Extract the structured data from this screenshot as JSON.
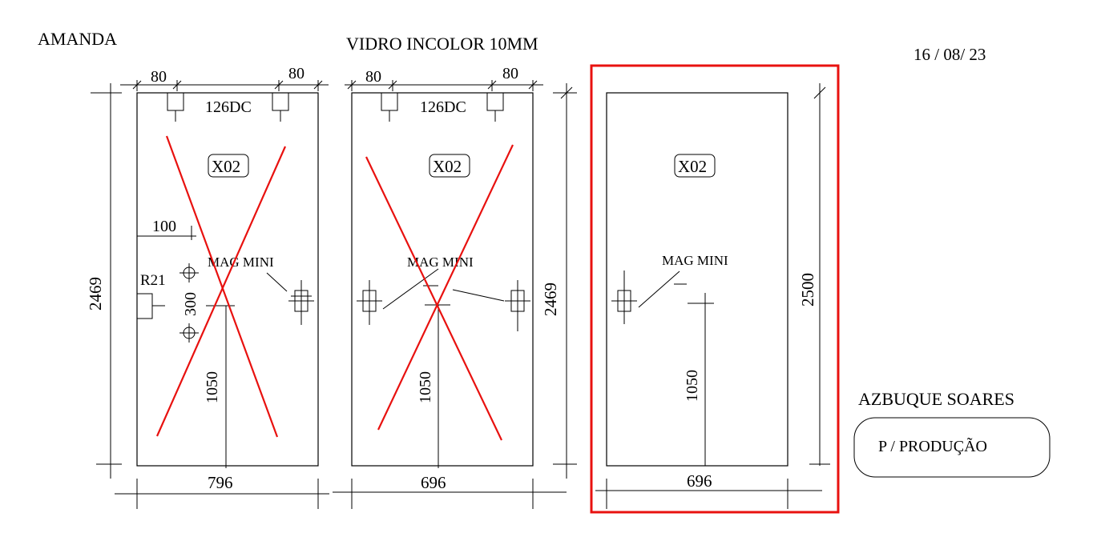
{
  "header": {
    "client": "AMANDA",
    "glass": "VIDRO INCOLOR  10MM",
    "date": "16 / 08/ 23"
  },
  "panels": [
    {
      "width": "796",
      "height": "2469",
      "notch_left": "80",
      "notch_right": "80",
      "fitting": "126DC",
      "code": "X02",
      "offset": "100",
      "radius": "R21",
      "spacing": "300",
      "lock": "MAG MINI",
      "lock_height": "1050",
      "cancelled": true
    },
    {
      "width": "696",
      "height": "2469",
      "notch_left": "80",
      "notch_right": "80",
      "fitting": "126DC",
      "code": "X02",
      "lock": "MAG MINI",
      "lock_height": "1050",
      "cancelled": true
    },
    {
      "width": "696",
      "height": "2500",
      "code": "X02",
      "lock": "MAG MINI",
      "lock_height": "1050",
      "cancelled": false,
      "highlighted": true
    }
  ],
  "footer": {
    "address": "AZBUQUE SOARES",
    "destination": "P / PRODUÇÃO"
  },
  "colors": {
    "cancel_cross": "#e8110f",
    "highlight_box": "#e8110f",
    "lines": "#000000"
  }
}
